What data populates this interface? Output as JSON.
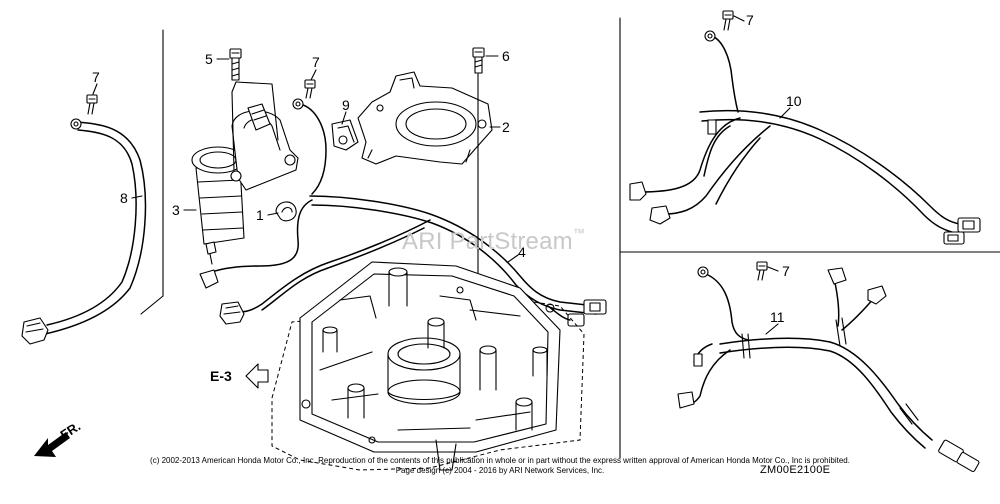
{
  "watermark": {
    "text": "ARI PartStream",
    "mark": "™"
  },
  "section_label": "E-3",
  "front_label": "FR.",
  "callouts": [
    "1",
    "2",
    "3",
    "4",
    "5",
    "6",
    "7",
    "8",
    "9",
    "10",
    "11"
  ],
  "footer": {
    "copyright": "(c) 2002-2013 American Honda Motor Co., Inc. Reproduction of the contents of this publication in whole or in part without the express written approval of American Honda Motor Co., Inc is prohibited.",
    "page_design": "Page design (c) 2004 - 2016 by ARI Network Services, Inc."
  },
  "drawing_code": "ZM00E2100E"
}
